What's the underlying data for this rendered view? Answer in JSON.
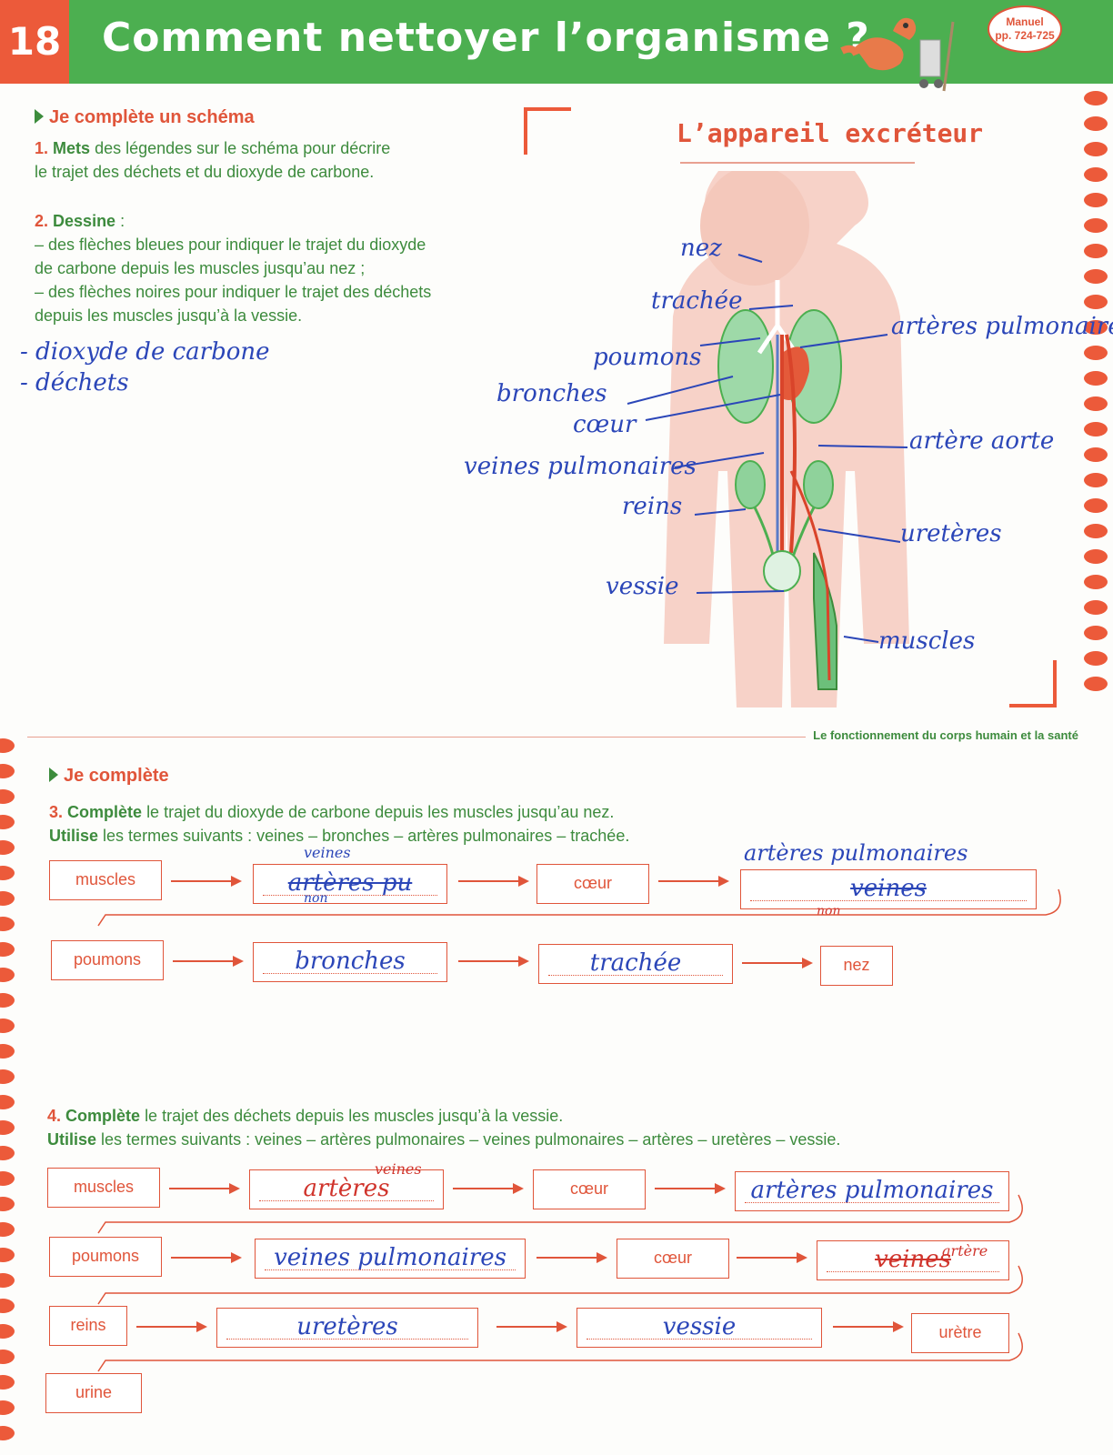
{
  "header": {
    "number": "18",
    "title": "Comment nettoyer l’organisme ?",
    "manuel_label": "Manuel",
    "manuel_pages": "pp. 724-725"
  },
  "section1": {
    "heading": "Je complète un schéma",
    "q1_num": "1.",
    "q1_verb": "Mets",
    "q1_text1": "des légendes sur le schéma pour décrire",
    "q1_text2": "le trajet des déchets et du dioxyde de carbone.",
    "q2_num": "2.",
    "q2_verb": "Dessine",
    "q2_colon": " :",
    "q2_line1": "– des flèches bleues pour indiquer le trajet du dioxyde",
    "q2_line2": "de carbone depuis les muscles jusqu’au nez ;",
    "q2_line3": "– des flèches noires pour indiquer le trajet des déchets",
    "q2_line4": "depuis les muscles jusqu’à la vessie.",
    "legend1": "- dioxyde de carbone",
    "legend2": "- déchets"
  },
  "diagram": {
    "title": "L’appareil excréteur",
    "labels": {
      "nez": "nez",
      "trachee": "trachée",
      "poumons": "poumons",
      "bronches": "bronches",
      "coeur": "cœur",
      "veines_pulmonaires": "veines pulmonaires",
      "reins": "reins",
      "vessie": "vessie",
      "arteres_pulmonaires": "artères pulmonaires",
      "artere_aorte": "artère aorte",
      "ureteres": "uretères",
      "muscles": "muscles"
    }
  },
  "footer": "Le fonctionnement du corps humain et la santé",
  "section2": {
    "heading": "Je complète",
    "q3_num": "3.",
    "q3_verb": "Complète",
    "q3_text": "le trajet du dioxyde de carbone depuis les muscles jusqu’au nez.",
    "q3_use": "Utilise",
    "q3_terms": "les termes suivants : veines – bronches – artères pulmonaires – trachée.",
    "flow3": {
      "b1": "muscles",
      "b2_written": "artères pu",
      "b2_correction": "veines",
      "b2_note": "non",
      "b3": "cœur",
      "b4_written": "veines",
      "b4_correction": "artères pulmonaires",
      "b4_note": "non",
      "b5": "poumons",
      "b6": "bronches",
      "b7": "trachée",
      "b8": "nez"
    },
    "q4_num": "4.",
    "q4_verb": "Complète",
    "q4_text": "le trajet des déchets depuis les muscles jusqu’à la vessie.",
    "q4_use": "Utilise",
    "q4_terms": "les termes suivants : veines – artères pulmonaires – veines pulmonaires – artères – uretères – vessie.",
    "flow4": {
      "b1": "muscles",
      "b2": "artères",
      "b2_correction": "veines",
      "b3": "cœur",
      "b4": "artères pulmonaires",
      "b5": "poumons",
      "b6": "veines pulmonaires",
      "b7": "cœur",
      "b8": "veines",
      "b8_correction": "artère",
      "b9": "reins",
      "b10": "uretères",
      "b11": "vessie",
      "b12": "urètre",
      "b13": "urine"
    }
  },
  "colors": {
    "header_green": "#4caf50",
    "accent_orange": "#ec5a3a",
    "text_green": "#3d8b3d",
    "pen_blue": "#2b46b8",
    "pen_red": "#d0342c"
  }
}
